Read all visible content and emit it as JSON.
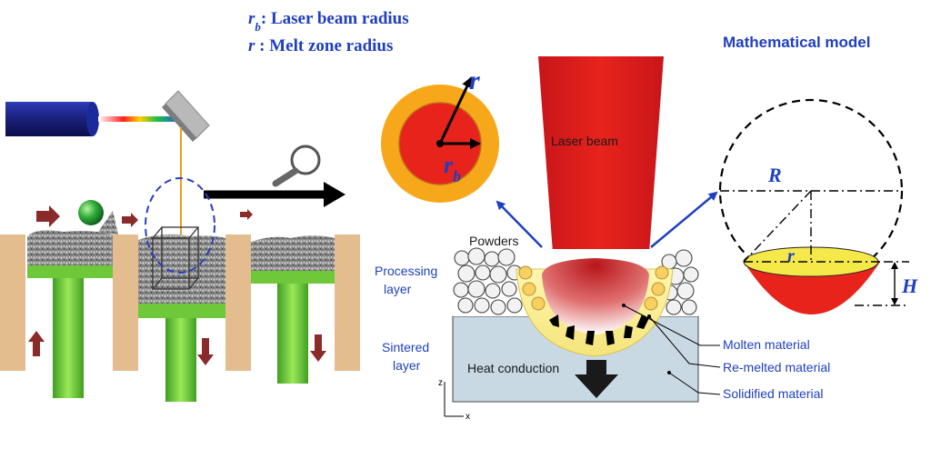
{
  "legend": {
    "rb_symbol": "r",
    "rb_sub": "b",
    "rb_text": ": Laser beam radius",
    "r_symbol": "r",
    "r_text": " : Melt zone radius"
  },
  "circle_diagram": {
    "r_label": "r",
    "rb_label": "r",
    "rb_sub": "b"
  },
  "laser_beam_label": "Laser beam",
  "math_model": {
    "title": "Mathematical model",
    "R_label": "R",
    "r_label": "r",
    "H_label": "H"
  },
  "cross_section": {
    "powders": "Powders",
    "processing_layer_1": "Processing",
    "processing_layer_2": "layer",
    "sintered_layer_1": "Sintered",
    "sintered_layer_2": "layer",
    "heat_conduction": "Heat conduction",
    "axis_z": "z",
    "axis_x": "x"
  },
  "callouts": {
    "molten": "Molten material",
    "remelted": "Re-melted material",
    "solidified": "Solidified material"
  },
  "colors": {
    "blue_text": "#1f3fbf",
    "laser_red": "#e8231c",
    "melt_yellow": "#f5e94a",
    "orange_ring": "#f6a81a",
    "platform_green": "#7ed23a",
    "wall_tan": "#e3bd8e"
  },
  "icons": [
    "laser-emitter-icon",
    "mirror-icon",
    "magnifier-icon",
    "recoater-ball-icon"
  ]
}
